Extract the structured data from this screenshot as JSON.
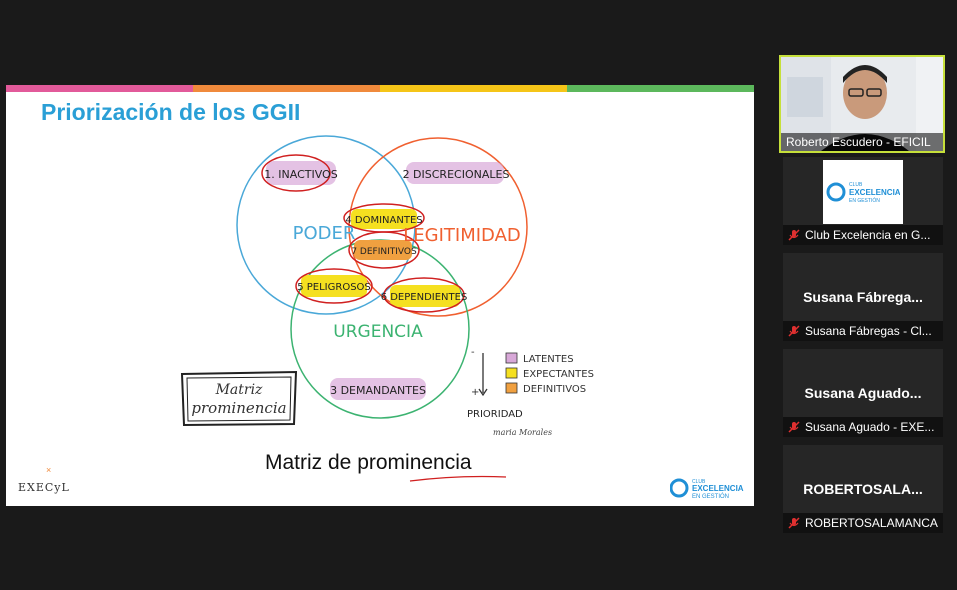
{
  "slide": {
    "title": "Priorización de los GGII",
    "caption": "Matriz de prominencia",
    "circles": {
      "poder": "PODER",
      "legitimidad": "LEGITIMIDAD",
      "urgencia": "URGENCIA"
    },
    "zones": {
      "inactivos": "1. INACTIVOS",
      "discrecionales": "2 DISCRECIONALES",
      "demandantes": "3 DEMANDANTES",
      "dominantes": "4 DOMINANTES",
      "peligrosos": "5 PELIGROSOS",
      "dependientes": "6 DEPENDIENTES",
      "definitivos": "7 DEFINITIVOS"
    },
    "box_text": {
      "line1": "Matriz",
      "line2": "prominencia"
    },
    "legend": {
      "items": [
        "LATENTES",
        "EXPECTANTES",
        "DEFINITIVOS"
      ],
      "priority_label": "PRIORIDAD",
      "minus": "-",
      "plus": "+",
      "signature": "maria Morales"
    },
    "logo_left": "EXECyL",
    "logo_right": {
      "line1": "CLUB",
      "line2": "EXCELENCIA",
      "line3": "EN GESTIÓN"
    }
  },
  "participants": {
    "speaker": {
      "label": "Roberto Escudero - EFICIL"
    },
    "club": {
      "label": "Club Excelencia en G...",
      "logo_line1": "CLUB",
      "logo_line2": "EXCELENCIA",
      "logo_line3": "EN GESTIÓN"
    },
    "tiles": [
      {
        "display": "Susana Fábrega...",
        "label": "Susana Fábregas - Cl..."
      },
      {
        "display": "Susana Aguado...",
        "label": "Susana Aguado - EXE..."
      },
      {
        "display": "ROBERTOSALA...",
        "label": "ROBERTOSALAMANCA"
      }
    ]
  },
  "colors": {
    "bar": [
      "#e25a9a",
      "#f08a3c",
      "#f5c518",
      "#5cb85c"
    ],
    "poder": "#4aa8d8",
    "legitimidad": "#f06030",
    "urgencia": "#3cb371",
    "speaker_border": "#c6e03a",
    "muted": "#e03030"
  }
}
